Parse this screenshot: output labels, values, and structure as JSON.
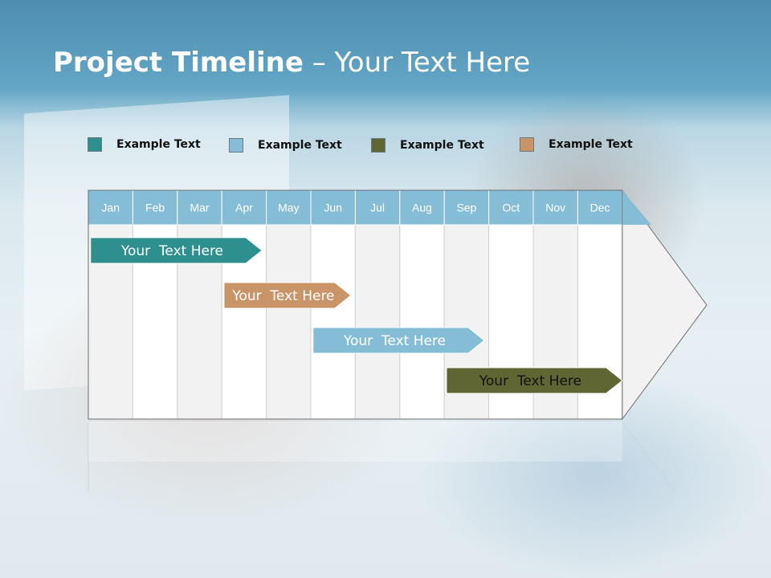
{
  "title": {
    "bold": "Project Timeline",
    "rest": " – Your Text Here"
  },
  "legend": [
    {
      "label": "Example Text",
      "color": "#2e8f8f"
    },
    {
      "label": "Example Text",
      "color": "#86bdd6"
    },
    {
      "label": "Example Text",
      "color": "#5f6634"
    },
    {
      "label": "Example Text",
      "color": "#c99468"
    }
  ],
  "months": [
    "Jan",
    "Feb",
    "Mar",
    "Apr",
    "May",
    "Jun",
    "Jul",
    "Aug",
    "Sep",
    "Oct",
    "Nov",
    "Dec"
  ],
  "tasks": [
    {
      "label": "Your  Text Here",
      "start": 0.05,
      "end": 3.9,
      "color": "#2e8f8f"
    },
    {
      "label": "Your  Text Here",
      "start": 3.05,
      "end": 5.9,
      "color": "#c99468"
    },
    {
      "label": "Your  Text Here",
      "start": 5.05,
      "end": 8.9,
      "color": "#86bdd6"
    },
    {
      "label": "Your  Text Here",
      "start": 8.05,
      "end": 12.0,
      "color": "#5f6634"
    }
  ],
  "colors": {
    "header": "#86bdd6",
    "header_text": "#ffffff",
    "column_light": "#f2f2f2",
    "column_white": "#ffffff"
  }
}
